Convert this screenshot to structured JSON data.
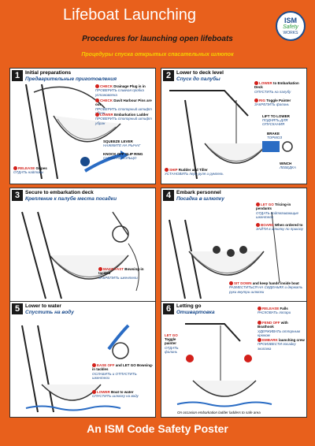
{
  "header": {
    "title": "Lifeboat Launching",
    "subtitle": "Procedures for launching open lifeboats",
    "subtitle_ru": "Процедуры спуска открытых спасательных шлюпок",
    "logo_top": "ISM",
    "logo_mid": "Safety",
    "logo_bottom": "WORKS"
  },
  "panels": [
    {
      "number": "1",
      "title": "Initial preparations",
      "title_ru": "Предварительные приготовления",
      "notes": [
        {
          "action": "CHECK",
          "text": "Drainage Plug is in",
          "ru": "ПРОВЕРИТЬ сливная пробка установлена"
        },
        {
          "action": "CHECK",
          "text": "Davit Harbour Pins are out",
          "ru": "ПРОВЕРИТЬ стопорный штифт убран"
        },
        {
          "action": "LOWER",
          "text": "Embarkation Ladder",
          "ru": "ПРОВЕРИТЬ стопорный штифт убран"
        },
        {
          "action": "SQUEEZE",
          "text": "LEVER",
          "ru": "НАЖМИТЕ НА РЫЧАГ"
        },
        {
          "action": "KNOCK OFF",
          "text": "SLIP RING",
          "ru": "СНИМИТЕ КОЛЬЦО"
        },
        {
          "action": "RELEASE",
          "text": "Gripes",
          "ru": "ОТДАТЬ найтовы"
        }
      ]
    },
    {
      "number": "2",
      "title": "Lower to deck level",
      "title_ru": "Спуск до палубы",
      "notes": [
        {
          "action": "LOWER",
          "text": "to Embarkation Deck",
          "ru": "ОПУСТИТЬ на палубу"
        },
        {
          "action": "RIG",
          "text": "Toggle Painter",
          "ru": "ЗАКРЕПИТЬ фалинь"
        },
        {
          "action": "LIFT",
          "text": "TO LOWER",
          "ru": "ПОДНЯТЬ ДЛЯ ОПУСКАНИЯ"
        },
        {
          "action": "SHIP",
          "text": "Rudder and Tiller",
          "ru": "УСТАНОВИТЬ перо руля и румпель"
        },
        {
          "action": "BRAKE",
          "text": "",
          "ru": "ТОРМОЗ"
        },
        {
          "action": "WINCH",
          "text": "",
          "ru": "ЛЕБЕДКА"
        }
      ]
    },
    {
      "number": "3",
      "title": "Secure to embarkation deck",
      "title_ru": "Крепление к палубе места посадки",
      "notes": [
        {
          "action": "MAKE FAST",
          "text": "Bowsing-in tackles",
          "ru": "ЗАКРЕПИТЬ шкентели"
        }
      ]
    },
    {
      "number": "4",
      "title": "Embark personnel",
      "title_ru": "Посадка в шлюпку",
      "notes": [
        {
          "action": "LET GO",
          "text": "Tricing-in pendants",
          "ru": "ОТДАТЬ подтягивающие шкентели"
        },
        {
          "action": "BOARD",
          "text": "When ordered to",
          "ru": "ЗАЙТИ в шлюпку по приказу"
        },
        {
          "action": "SIT DOWN",
          "text": "and keep hands inside boat",
          "ru": "РАЗМЕСТИТЬСЯ НА СИДЕНЬЯХ и держать руки внутри шлюпки"
        }
      ]
    },
    {
      "number": "5",
      "title": "Lower to water",
      "title_ru": "Спустить на воду",
      "notes": [
        {
          "action": "EASE OFF",
          "text": "and LET GO Bowsing-in tackles",
          "ru": "ОСЛАБИТЬ и ОТПУСТИТЬ шкентели"
        },
        {
          "action": "LOWER",
          "text": "Boat to water",
          "ru": "СПУСТИТЬ шлюпку на воду"
        }
      ]
    },
    {
      "number": "6",
      "title": "Letting go",
      "title_ru": "Отшвартовка",
      "notes": [
        {
          "action": "RELEASE",
          "text": "Falls",
          "ru": "РАСКОВАТЬ лопари"
        },
        {
          "action": "FEND OFF",
          "text": "with Boathook",
          "ru": "УДЕРЖИВАТЬ отпорным крюком"
        },
        {
          "action": "LET GO",
          "text": "Toggle painter",
          "ru": "ОТДАТЬ фалинь"
        },
        {
          "action": "EMBARK",
          "text": "launching crew",
          "ru": "ПРОИЗВЕСТИ посадку экипажа"
        }
      ],
      "footnote": "On occasion embarkation ladder ladders to safe area"
    }
  ],
  "footer": {
    "text": "An ISM Code Safety Poster"
  },
  "colors": {
    "background": "#E8601C",
    "accent_red": "#d3201a",
    "accent_blue": "#1a4b8c",
    "russian_yellow": "#f5d000"
  }
}
